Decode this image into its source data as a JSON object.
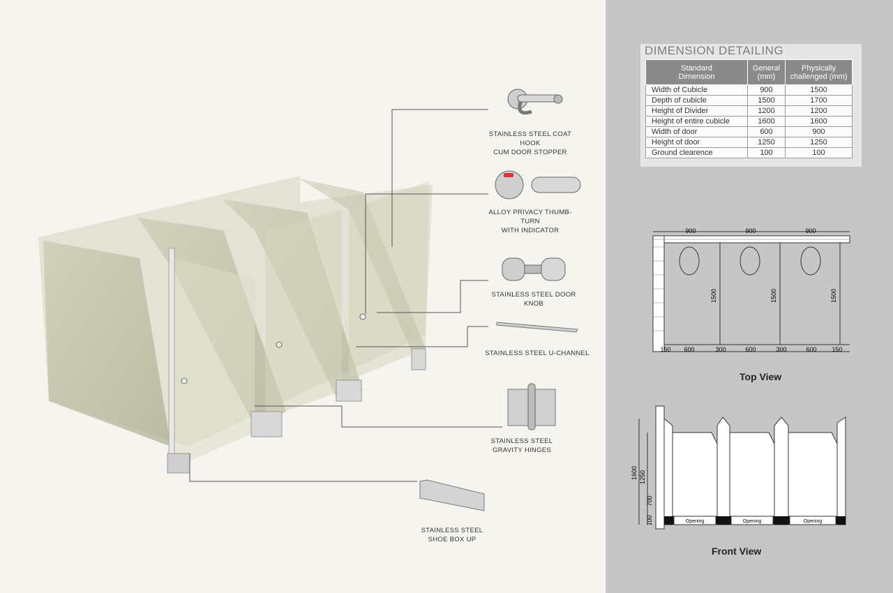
{
  "accessories": [
    {
      "name_line1": "STAINLESS STEEL COAT HOOK",
      "name_line2": "CUM DOOR STOPPER",
      "icon": "coat-hook-icon"
    },
    {
      "name_line1": "ALLOY PRIVACY THUMB-TURN",
      "name_line2": "WITH INDICATOR",
      "icon": "thumb-turn-icon"
    },
    {
      "name_line1": "STAINLESS STEEL DOOR KNOB",
      "name_line2": "",
      "icon": "door-knob-icon"
    },
    {
      "name_line1": "STAINLESS STEEL U-CHANNEL",
      "name_line2": "",
      "icon": "u-channel-icon"
    },
    {
      "name_line1": "STAINLESS STEEL",
      "name_line2": "GRAVITY HINGES",
      "icon": "gravity-hinge-icon"
    },
    {
      "name_line1": "STAINLESS STEEL",
      "name_line2": "SHOE BOX UP",
      "icon": "shoe-box-icon"
    }
  ],
  "dimension_detailing": {
    "title": "DIMENSION DETAILING",
    "headers": [
      "Standard Dimension",
      "General (mm)",
      "Physically challenged (mm)"
    ],
    "header_lines": [
      [
        "Standard",
        "Dimension"
      ],
      [
        "General",
        "(mm)"
      ],
      [
        "Physically",
        "challenged (mm)"
      ]
    ],
    "rows": [
      [
        "Width of Cubicle",
        "900",
        "1500"
      ],
      [
        "Depth of cubicle",
        "1500",
        "1700"
      ],
      [
        "Height of Divider",
        "1200",
        "1200"
      ],
      [
        "Height of entire cubicle",
        "1600",
        "1600"
      ],
      [
        "Width of door",
        "600",
        "900"
      ],
      [
        "Height of door",
        "1250",
        "1250"
      ],
      [
        "Ground clearence",
        "100",
        "100"
      ]
    ]
  },
  "top_view": {
    "title": "Top View",
    "widths": [
      "900",
      "900",
      "900"
    ],
    "depth": "1500",
    "bottom": [
      "150",
      "600",
      "300",
      "600",
      "300",
      "600",
      "150"
    ]
  },
  "front_view": {
    "title": "Front View",
    "heights": [
      "1600",
      "1250",
      "700",
      "100"
    ],
    "opening": "Opening"
  },
  "colors": {
    "left_bg": "#f5f4ef",
    "right_bg": "#c6c6c6",
    "table_header": "#8a8a8a",
    "glass": "#b8b79a"
  }
}
